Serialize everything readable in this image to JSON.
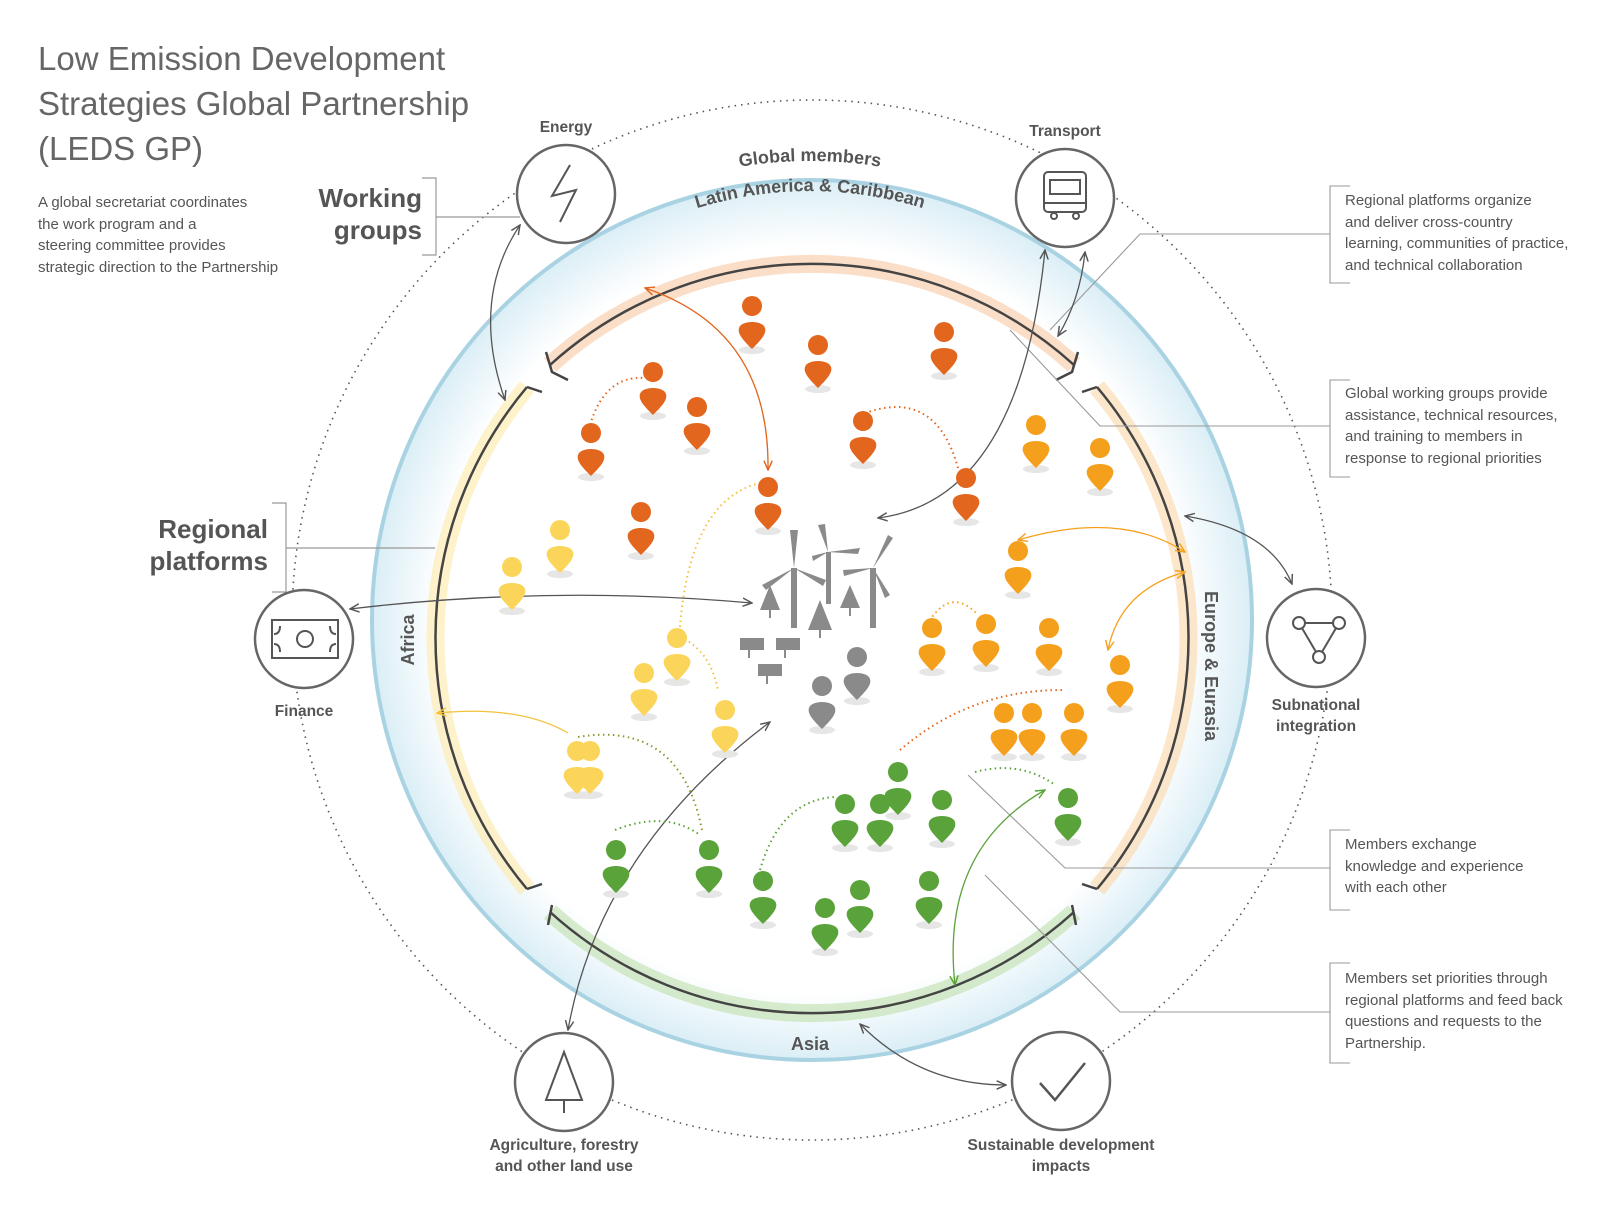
{
  "title_lines": [
    "Low Emission Development",
    "Strategies Global Partnership",
    "(LEDS GP)"
  ],
  "intro_lines": [
    "A global secretariat coordinates",
    "the work program and a",
    "steering committee provides",
    "strategic direction to the Partnership"
  ],
  "working_groups_lines": [
    "Working",
    "groups"
  ],
  "regional_platforms_lines": [
    "Regional",
    "platforms"
  ],
  "ring_labels": {
    "global": "Global members",
    "latam": "Latin America & Caribbean",
    "europe": "Europe & Eurasia",
    "asia": "Asia",
    "africa": "Africa"
  },
  "nodes": {
    "energy": {
      "label_lines": [
        "Energy"
      ],
      "icon": "lightning-icon"
    },
    "transport": {
      "label_lines": [
        "Transport"
      ],
      "icon": "bus-icon"
    },
    "finance": {
      "label_lines": [
        "Finance"
      ],
      "icon": "banknote-icon"
    },
    "subnational": {
      "label_lines": [
        "Subnational",
        "integration"
      ],
      "icon": "triangle-network-icon"
    },
    "agriculture": {
      "label_lines": [
        "Agriculture, forestry",
        "and other land use"
      ],
      "icon": "tree-icon"
    },
    "sustainable": {
      "label_lines": [
        "Sustainable development",
        "impacts"
      ],
      "icon": "checkmark-icon"
    }
  },
  "notes": [
    {
      "lines": [
        "Regional platforms organize",
        "and deliver cross-country",
        "learning, communities of practice,",
        "and technical collaboration"
      ]
    },
    {
      "lines": [
        "Global working groups provide",
        "assistance, technical resources,",
        "and training to members in",
        "response to regional priorities"
      ]
    },
    {
      "lines": [
        "Members exchange",
        "knowledge and experience",
        "with each other"
      ]
    },
    {
      "lines": [
        "Members set priorities through",
        "regional platforms and feed back",
        "questions and requests to the",
        "Partnership."
      ]
    }
  ],
  "colors": {
    "latam": "#e2661e",
    "europe": "#f5a01c",
    "africa": "#fbd55a",
    "asia": "#5aa23a",
    "global_ring": "#a9d3e3",
    "center": "#8a8a8a",
    "lines": "#555555"
  },
  "member_groups": {
    "latam": 10,
    "europe": 10,
    "africa": 7,
    "asia": 11,
    "center": 2
  },
  "center_icons": [
    "wind-turbine-icon",
    "pine-tree-icon",
    "solar-panel-icon"
  ]
}
